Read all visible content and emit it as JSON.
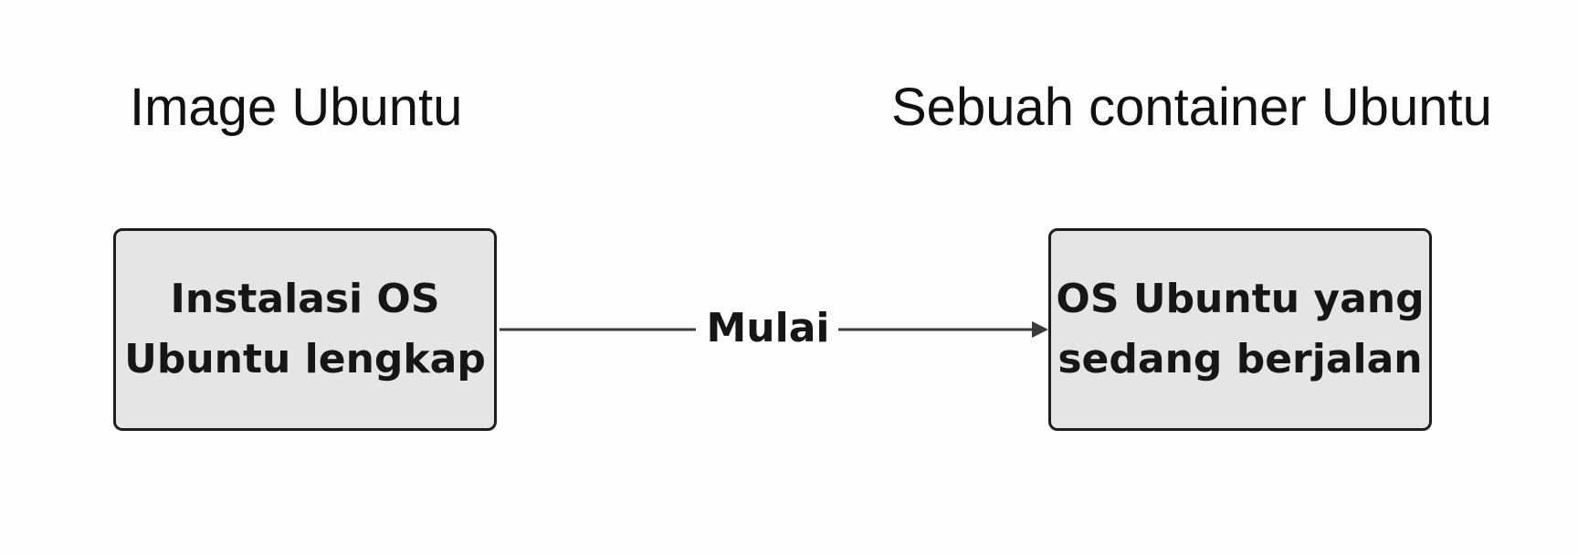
{
  "headings": {
    "left": "Image Ubuntu",
    "right": "Sebuah container Ubuntu"
  },
  "nodes": {
    "image": {
      "line1": "Instalasi OS",
      "line2": "Ubuntu lengkap"
    },
    "container": {
      "line1": "OS Ubuntu yang",
      "line2": "sedang berjalan"
    }
  },
  "edge": {
    "label": "Mulai"
  },
  "colors": {
    "box_fill": "#e5e5e5",
    "box_border": "#1e1e1e",
    "arrow": "#3a3a3a",
    "text": "#111111",
    "background": "#fdfdfd"
  }
}
